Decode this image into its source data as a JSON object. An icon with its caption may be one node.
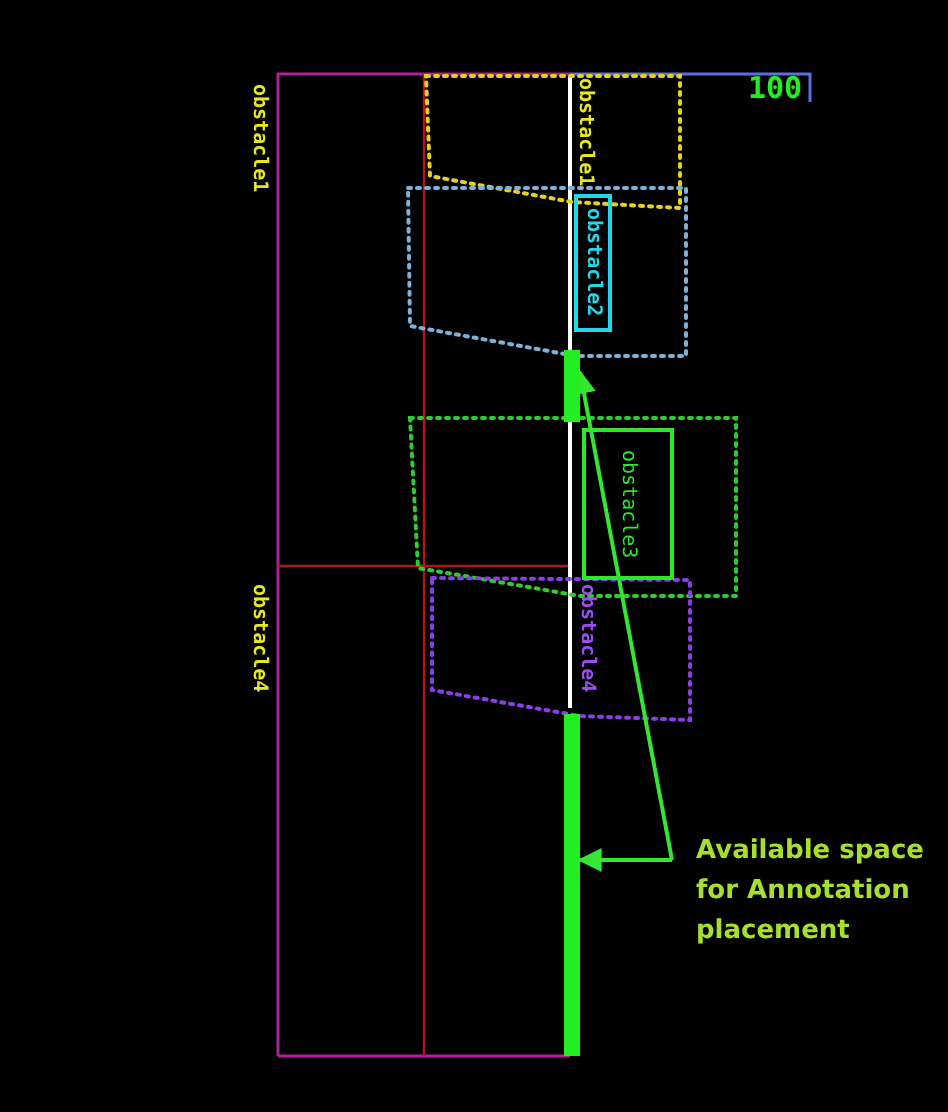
{
  "diagram": {
    "nodes": [
      {
        "text": [
          "obstacle2"
        ]
      },
      {
        "text": [
          "obstacle3"
        ]
      },
      {
        "text": [],
        "shape": "bar"
      },
      {
        "text": [],
        "shape": "bar"
      },
      {
        "text": [
          "Available space for Annotation placement"
        ]
      }
    ],
    "edges": [
      {
        "from": 4,
        "to": 2,
        "arrow": "to"
      },
      {
        "from": 4,
        "to": 3,
        "arrow": "to"
      }
    ],
    "labels": [
      "obstacle1",
      "obstacle1",
      "100",
      "obstacle4",
      "obstacle4"
    ]
  }
}
